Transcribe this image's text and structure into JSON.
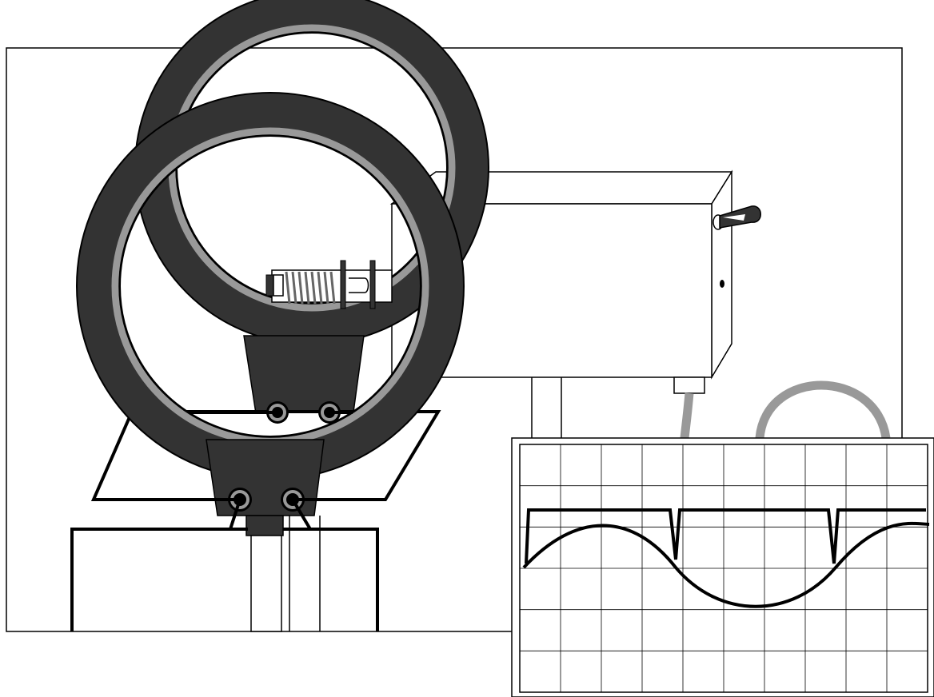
{
  "figure": {
    "colors": {
      "coil_dark": "#333333",
      "coil_light": "#999999",
      "outline": "#000000",
      "background": "#ffffff",
      "cable": "#999999"
    },
    "icons": [
      "helmholtz-coil-icon",
      "electron-tube-icon",
      "power-box-icon",
      "oscilloscope-icon"
    ],
    "oscilloscope": {
      "grid_divisions": {
        "cols": 10,
        "rows": 6
      },
      "traces": [
        "square-wave-with-dips",
        "sine-wave"
      ]
    }
  }
}
